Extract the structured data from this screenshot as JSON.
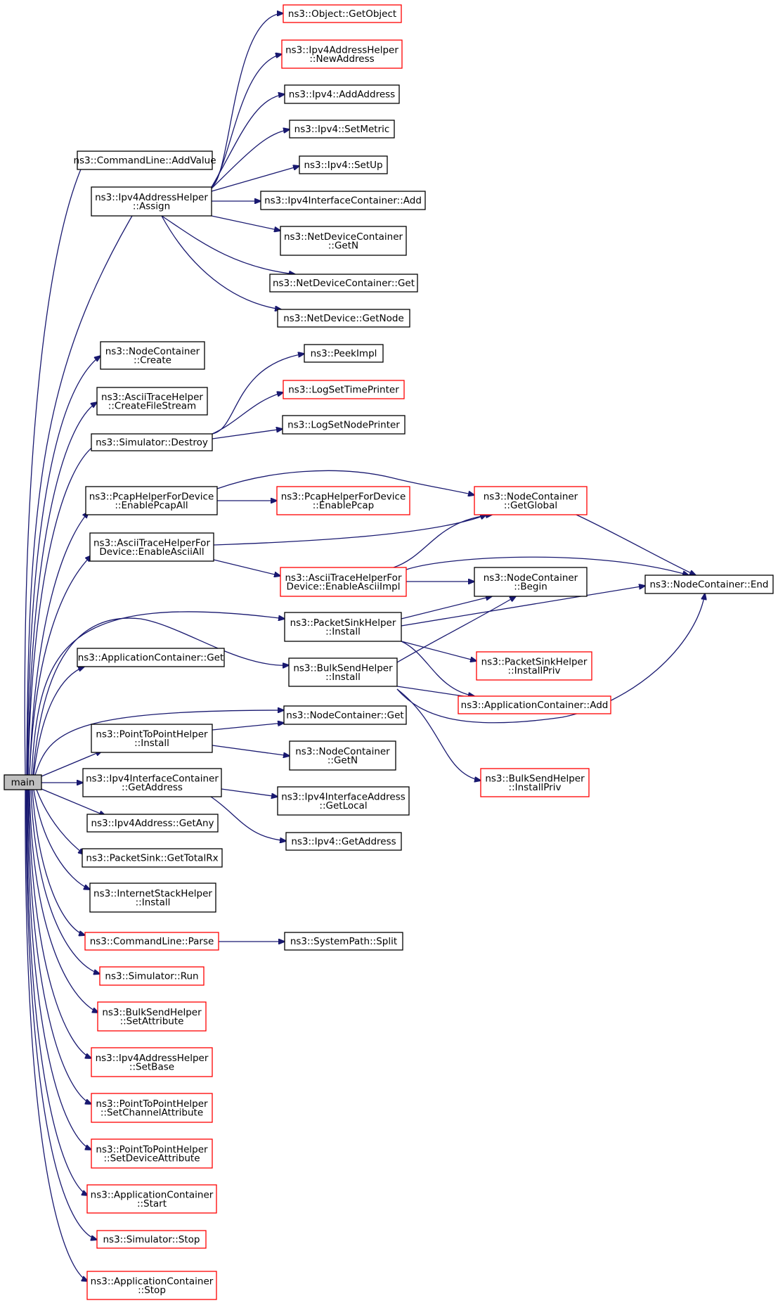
{
  "diagram": {
    "title": "",
    "colors": {
      "edge": "#191970",
      "normal_border": "#000000",
      "linked_border": "#ff0000",
      "root_fill": "#bfbfbf",
      "background": "#ffffff"
    },
    "nodes": [
      {
        "id": "main",
        "lines": [
          "main"
        ],
        "style": "root"
      },
      {
        "id": "cl_addvalue",
        "lines": [
          "ns3::CommandLine::AddValue"
        ],
        "style": "black"
      },
      {
        "id": "ipv4ah_assign",
        "lines": [
          "ns3::Ipv4AddressHelper",
          "::Assign"
        ],
        "style": "black"
      },
      {
        "id": "nc_create",
        "lines": [
          "ns3::NodeContainer",
          "::Create"
        ],
        "style": "black"
      },
      {
        "id": "ath_cfs",
        "lines": [
          "ns3::AsciiTraceHelper",
          "::CreateFileStream"
        ],
        "style": "black"
      },
      {
        "id": "sim_destroy",
        "lines": [
          "ns3::Simulator::Destroy"
        ],
        "style": "black"
      },
      {
        "id": "phfd_enablepcapall",
        "lines": [
          "ns3::PcapHelperForDevice",
          "::EnablePcapAll"
        ],
        "style": "black"
      },
      {
        "id": "athfd_enableasciiall",
        "lines": [
          "ns3::AsciiTraceHelperFor",
          "Device::EnableAsciiAll"
        ],
        "style": "black"
      },
      {
        "id": "ac_get",
        "lines": [
          "ns3::ApplicationContainer::Get"
        ],
        "style": "black"
      },
      {
        "id": "p2p_install",
        "lines": [
          "ns3::PointToPointHelper",
          "::Install"
        ],
        "style": "black"
      },
      {
        "id": "iic_getaddress",
        "lines": [
          "ns3::Ipv4InterfaceContainer",
          "::GetAddress"
        ],
        "style": "black"
      },
      {
        "id": "ipv4addr_getany",
        "lines": [
          "ns3::Ipv4Address::GetAny"
        ],
        "style": "black"
      },
      {
        "id": "ps_gettotalrx",
        "lines": [
          "ns3::PacketSink::GetTotalRx"
        ],
        "style": "black"
      },
      {
        "id": "ish_install",
        "lines": [
          "ns3::InternetStackHelper",
          "::Install"
        ],
        "style": "black"
      },
      {
        "id": "cl_parse",
        "lines": [
          "ns3::CommandLine::Parse"
        ],
        "style": "red"
      },
      {
        "id": "sim_run",
        "lines": [
          "ns3::Simulator::Run"
        ],
        "style": "red"
      },
      {
        "id": "bsh_setattribute",
        "lines": [
          "ns3::BulkSendHelper",
          "::SetAttribute"
        ],
        "style": "red"
      },
      {
        "id": "ipv4ah_setbase",
        "lines": [
          "ns3::Ipv4AddressHelper",
          "::SetBase"
        ],
        "style": "red"
      },
      {
        "id": "p2p_setchannelattr",
        "lines": [
          "ns3::PointToPointHelper",
          "::SetChannelAttribute"
        ],
        "style": "red"
      },
      {
        "id": "p2p_setdeviceattr",
        "lines": [
          "ns3::PointToPointHelper",
          "::SetDeviceAttribute"
        ],
        "style": "red"
      },
      {
        "id": "ac_start",
        "lines": [
          "ns3::ApplicationContainer",
          "::Start"
        ],
        "style": "red"
      },
      {
        "id": "sim_stop",
        "lines": [
          "ns3::Simulator::Stop"
        ],
        "style": "red"
      },
      {
        "id": "ac_stop",
        "lines": [
          "ns3::ApplicationContainer",
          "::Stop"
        ],
        "style": "red"
      },
      {
        "id": "obj_getobject",
        "lines": [
          "ns3::Object::GetObject"
        ],
        "style": "red"
      },
      {
        "id": "ipv4ah_newaddress",
        "lines": [
          "ns3::Ipv4AddressHelper",
          "::NewAddress"
        ],
        "style": "red"
      },
      {
        "id": "ipv4_addaddress",
        "lines": [
          "ns3::Ipv4::AddAddress"
        ],
        "style": "black"
      },
      {
        "id": "ipv4_setmetric",
        "lines": [
          "ns3::Ipv4::SetMetric"
        ],
        "style": "black"
      },
      {
        "id": "ipv4_setup",
        "lines": [
          "ns3::Ipv4::SetUp"
        ],
        "style": "black"
      },
      {
        "id": "iic_add",
        "lines": [
          "ns3::Ipv4InterfaceContainer::Add"
        ],
        "style": "black"
      },
      {
        "id": "ndc_getn",
        "lines": [
          "ns3::NetDeviceContainer",
          "::GetN"
        ],
        "style": "black"
      },
      {
        "id": "ndc_get",
        "lines": [
          "ns3::NetDeviceContainer::Get"
        ],
        "style": "black"
      },
      {
        "id": "nd_getnode",
        "lines": [
          "ns3::NetDevice::GetNode"
        ],
        "style": "black"
      },
      {
        "id": "peekimpl",
        "lines": [
          "ns3::PeekImpl"
        ],
        "style": "black"
      },
      {
        "id": "logsettimeprinter",
        "lines": [
          "ns3::LogSetTimePrinter"
        ],
        "style": "red"
      },
      {
        "id": "logsetnodeprinter",
        "lines": [
          "ns3::LogSetNodePrinter"
        ],
        "style": "black"
      },
      {
        "id": "phfd_enablepcap",
        "lines": [
          "ns3::PcapHelperForDevice",
          "::EnablePcap"
        ],
        "style": "red"
      },
      {
        "id": "athfd_enableasciiimpl",
        "lines": [
          "ns3::AsciiTraceHelperFor",
          "Device::EnableAsciiImpl"
        ],
        "style": "red"
      },
      {
        "id": "psh_install",
        "lines": [
          "ns3::PacketSinkHelper",
          "::Install"
        ],
        "style": "black"
      },
      {
        "id": "bsh_install",
        "lines": [
          "ns3::BulkSendHelper",
          "::Install"
        ],
        "style": "black"
      },
      {
        "id": "nc_get",
        "lines": [
          "ns3::NodeContainer::Get"
        ],
        "style": "black"
      },
      {
        "id": "nc_getn",
        "lines": [
          "ns3::NodeContainer",
          "::GetN"
        ],
        "style": "black"
      },
      {
        "id": "iia_getlocal",
        "lines": [
          "ns3::Ipv4InterfaceAddress",
          "::GetLocal"
        ],
        "style": "black"
      },
      {
        "id": "ipv4_getaddress",
        "lines": [
          "ns3::Ipv4::GetAddress"
        ],
        "style": "black"
      },
      {
        "id": "sp_split",
        "lines": [
          "ns3::SystemPath::Split"
        ],
        "style": "black"
      },
      {
        "id": "nc_getglobal",
        "lines": [
          "ns3::NodeContainer",
          "::GetGlobal"
        ],
        "style": "red"
      },
      {
        "id": "nc_begin",
        "lines": [
          "ns3::NodeContainer",
          "::Begin"
        ],
        "style": "black"
      },
      {
        "id": "nc_end",
        "lines": [
          "ns3::NodeContainer::End"
        ],
        "style": "black"
      },
      {
        "id": "psh_installpriv",
        "lines": [
          "ns3::PacketSinkHelper",
          "::InstallPriv"
        ],
        "style": "red"
      },
      {
        "id": "ac_add",
        "lines": [
          "ns3::ApplicationContainer::Add"
        ],
        "style": "red"
      },
      {
        "id": "bsh_installpriv",
        "lines": [
          "ns3::BulkSendHelper",
          "::InstallPriv"
        ],
        "style": "red"
      }
    ],
    "edges": [
      [
        "main",
        "cl_addvalue"
      ],
      [
        "main",
        "ipv4ah_assign"
      ],
      [
        "main",
        "nc_create"
      ],
      [
        "main",
        "ath_cfs"
      ],
      [
        "main",
        "sim_destroy"
      ],
      [
        "main",
        "phfd_enablepcapall"
      ],
      [
        "main",
        "athfd_enableasciiall"
      ],
      [
        "main",
        "psh_install"
      ],
      [
        "main",
        "bsh_install"
      ],
      [
        "main",
        "ac_get"
      ],
      [
        "main",
        "nc_get"
      ],
      [
        "main",
        "p2p_install"
      ],
      [
        "main",
        "iic_getaddress"
      ],
      [
        "main",
        "ipv4addr_getany"
      ],
      [
        "main",
        "ps_gettotalrx"
      ],
      [
        "main",
        "ish_install"
      ],
      [
        "main",
        "cl_parse"
      ],
      [
        "main",
        "sim_run"
      ],
      [
        "main",
        "bsh_setattribute"
      ],
      [
        "main",
        "ipv4ah_setbase"
      ],
      [
        "main",
        "p2p_setchannelattr"
      ],
      [
        "main",
        "p2p_setdeviceattr"
      ],
      [
        "main",
        "ac_start"
      ],
      [
        "main",
        "sim_stop"
      ],
      [
        "main",
        "ac_stop"
      ],
      [
        "ipv4ah_assign",
        "obj_getobject"
      ],
      [
        "ipv4ah_assign",
        "ipv4ah_newaddress"
      ],
      [
        "ipv4ah_assign",
        "ipv4_addaddress"
      ],
      [
        "ipv4ah_assign",
        "ipv4_setmetric"
      ],
      [
        "ipv4ah_assign",
        "ipv4_setup"
      ],
      [
        "ipv4ah_assign",
        "iic_add"
      ],
      [
        "ipv4ah_assign",
        "ndc_getn"
      ],
      [
        "ipv4ah_assign",
        "ndc_get"
      ],
      [
        "ipv4ah_assign",
        "nd_getnode"
      ],
      [
        "sim_destroy",
        "peekimpl"
      ],
      [
        "sim_destroy",
        "logsettimeprinter"
      ],
      [
        "sim_destroy",
        "logsetnodeprinter"
      ],
      [
        "phfd_enablepcapall",
        "nc_getglobal"
      ],
      [
        "phfd_enablepcapall",
        "phfd_enablepcap"
      ],
      [
        "athfd_enableasciiall",
        "nc_getglobal"
      ],
      [
        "athfd_enableasciiall",
        "athfd_enableasciiimpl"
      ],
      [
        "athfd_enableasciiimpl",
        "nc_getglobal"
      ],
      [
        "athfd_enableasciiimpl",
        "nc_end"
      ],
      [
        "athfd_enableasciiimpl",
        "nc_begin"
      ],
      [
        "nc_getglobal",
        "nc_end"
      ],
      [
        "psh_install",
        "nc_begin"
      ],
      [
        "psh_install",
        "nc_end"
      ],
      [
        "psh_install",
        "psh_installpriv"
      ],
      [
        "psh_install",
        "ac_add"
      ],
      [
        "bsh_install",
        "nc_begin"
      ],
      [
        "bsh_install",
        "ac_add"
      ],
      [
        "bsh_install",
        "nc_end"
      ],
      [
        "bsh_install",
        "bsh_installpriv"
      ],
      [
        "p2p_install",
        "nc_get"
      ],
      [
        "p2p_install",
        "nc_getn"
      ],
      [
        "iic_getaddress",
        "iia_getlocal"
      ],
      [
        "iic_getaddress",
        "ipv4_getaddress"
      ],
      [
        "cl_parse",
        "sp_split"
      ]
    ]
  }
}
